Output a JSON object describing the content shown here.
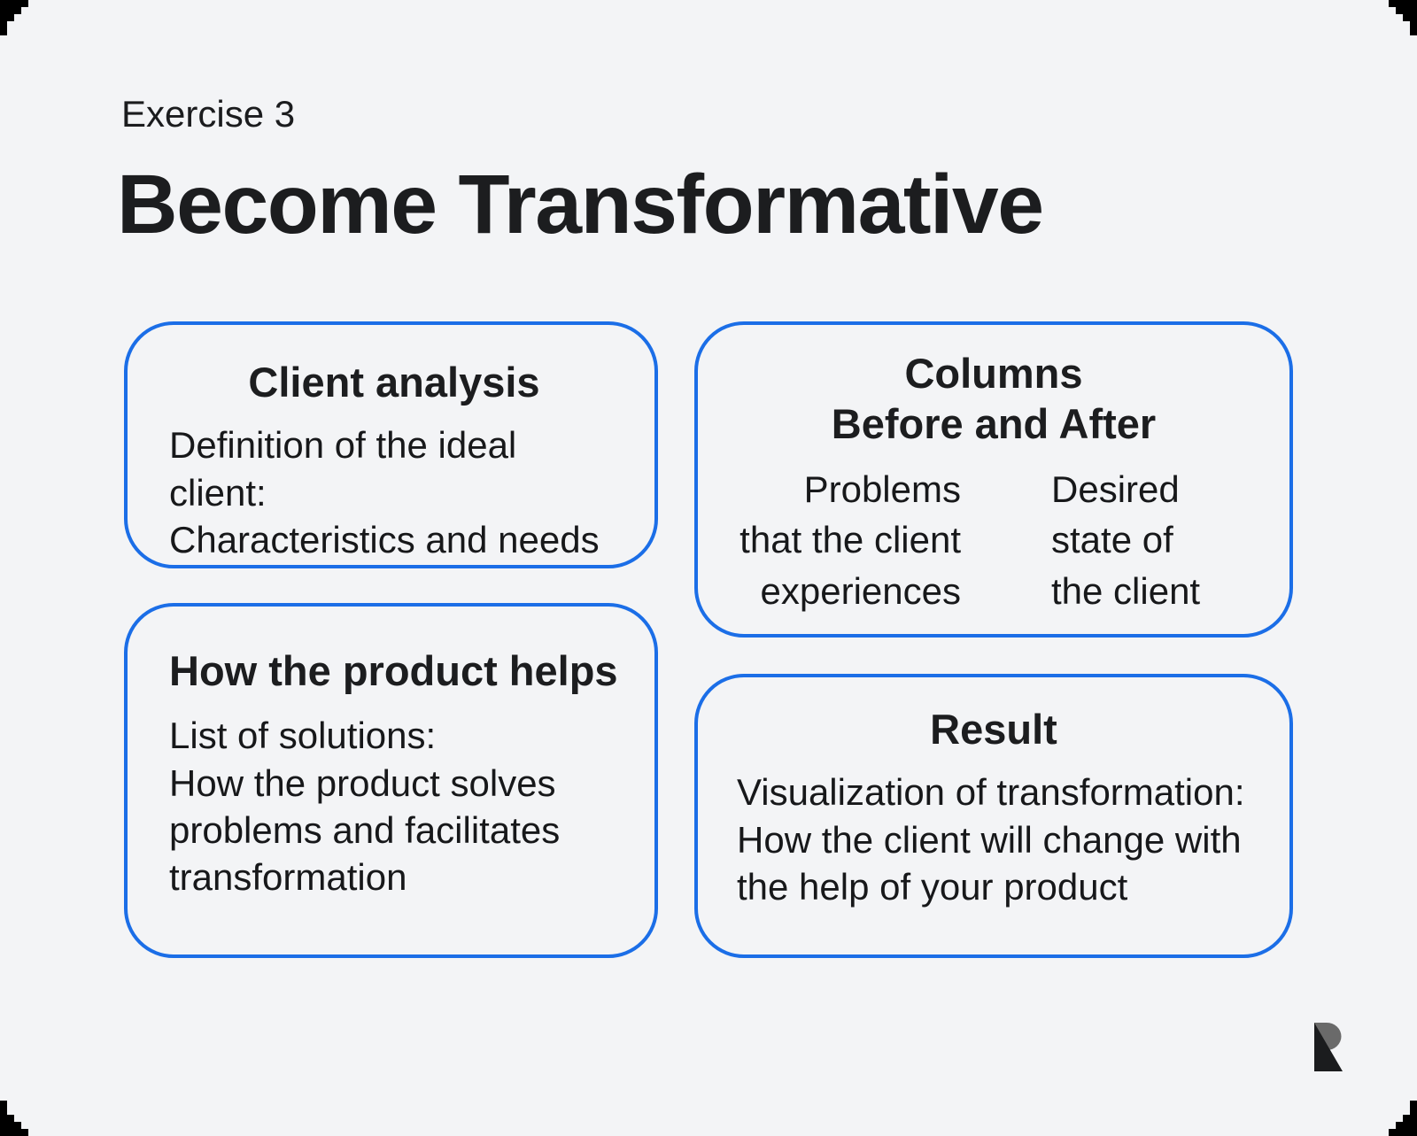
{
  "page": {
    "background_color": "#f3f4f6",
    "accent_color": "#1b6ee7",
    "text_color": "#17181a",
    "eyebrow": "Exercise 3",
    "title": "Become Transformative"
  },
  "boxes": {
    "client_analysis": {
      "heading": "Client analysis",
      "body_lines": [
        "Definition of the ideal client:",
        "Characteristics and needs"
      ]
    },
    "before_after": {
      "heading_lines": [
        "Columns",
        "Before and After"
      ],
      "col_before_lines": [
        "Problems",
        "that the client",
        "experiences"
      ],
      "col_after_lines": [
        "Desired",
        "state of",
        "the client"
      ]
    },
    "product_helps": {
      "heading": "How the product helps",
      "body_lines": [
        "List of solutions:",
        "How the product solves",
        "problems and facilitates",
        "transformation"
      ]
    },
    "result": {
      "heading": "Result",
      "body_lines": [
        "Visualization of transformation:",
        "How the client will change with",
        "the help of your product"
      ]
    }
  },
  "logo": {
    "name": "R brand mark",
    "gray_color": "#6a6a6a",
    "black_color": "#1b1c1e"
  }
}
